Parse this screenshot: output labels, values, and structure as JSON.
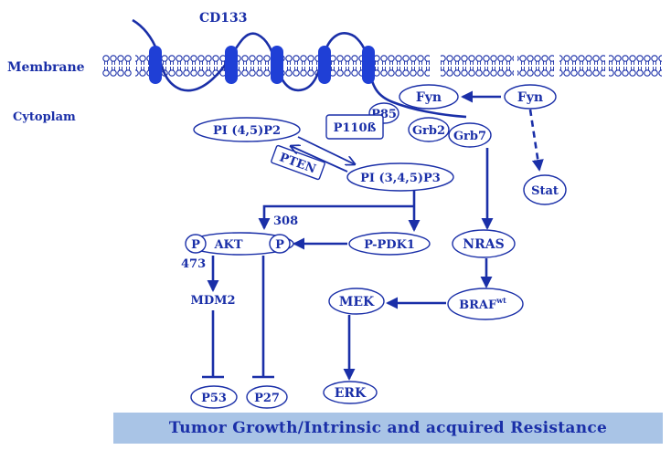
{
  "labels": {
    "cd133": "CD133",
    "membrane": "Membrane",
    "cytoplasm": "Cytoplam",
    "site308": "308",
    "site473": "473"
  },
  "nodes": {
    "fyn_left": "Fyn",
    "fyn_right": "Fyn",
    "p85": "P85",
    "grb2": "Grb2",
    "grb7": "Grb7",
    "pi45p2": "PI (4,5)P2",
    "p110b": "P110ß",
    "pten": "PTEN",
    "pi345p3": "PI (3,4,5)P3",
    "stat": "Stat",
    "p_left": "P",
    "akt": "AKT",
    "p_right": "P",
    "ppdk1": "P-PDK1",
    "nras": "NRAS",
    "mdm2": "MDM2",
    "mek": "MEK",
    "braf": "BRAF",
    "braf_sup": "wt",
    "erk": "ERK",
    "p53": "P53",
    "p27": "P27"
  },
  "colors": {
    "primary": "#1a2fa8",
    "membrane_fill": "#1f3fd6",
    "banner": "#a9c4e6"
  },
  "footer": {
    "text": "Tumor Growth/Intrinsic and acquired  Resistance"
  }
}
